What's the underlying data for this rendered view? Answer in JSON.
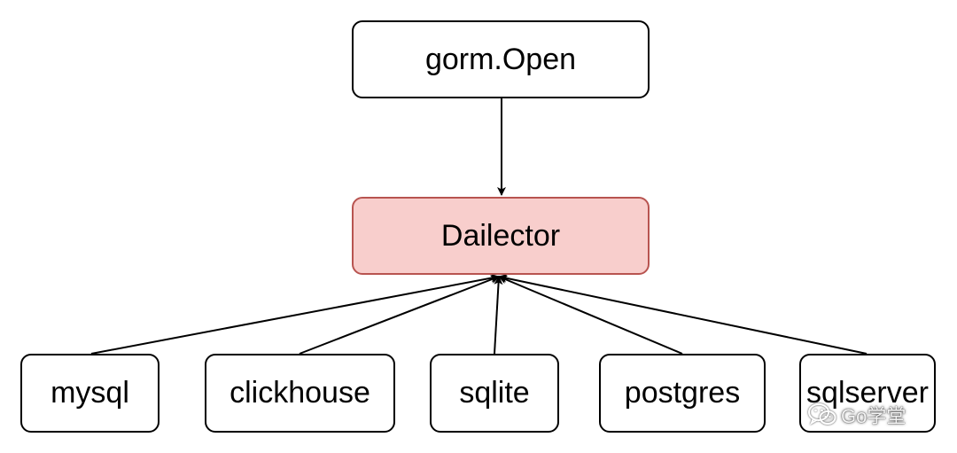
{
  "nodes": {
    "gorm_open": "gorm.Open",
    "dialector": "Dailector",
    "mysql": "mysql",
    "clickhouse": "clickhouse",
    "sqlite": "sqlite",
    "postgres": "postgres",
    "sqlserver": "sqlserver"
  },
  "watermark": {
    "icon": "wechat-icon",
    "text": "Go学堂"
  },
  "colors": {
    "node_border": "#000000",
    "node_fill": "#ffffff",
    "dialector_fill": "#f8cecc",
    "dialector_border": "#b85450",
    "edge": "#000000"
  }
}
